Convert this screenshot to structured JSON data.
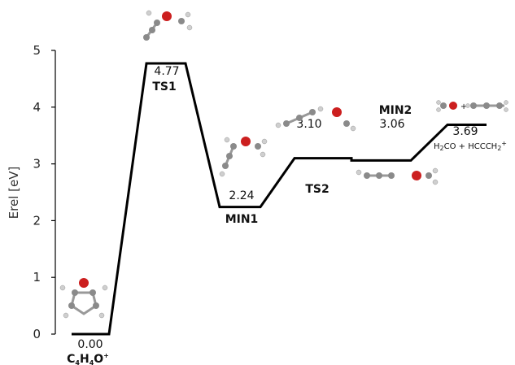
{
  "chart_data": {
    "type": "line",
    "ylabel": "Erel [eV]",
    "ylim": [
      0,
      5
    ],
    "yticks": [
      0,
      1,
      2,
      3,
      4,
      5
    ],
    "grid": false,
    "states": [
      {
        "name": "C4H4O+",
        "value": 0.0,
        "value_label": "0.00"
      },
      {
        "name": "TS1",
        "value": 4.77,
        "value_label": "4.77"
      },
      {
        "name": "MIN1",
        "value": 2.24,
        "value_label": "2.24"
      },
      {
        "name": "TS2",
        "value": 3.1,
        "value_label": "3.10"
      },
      {
        "name": "MIN2",
        "value": 3.06,
        "value_label": "3.06"
      },
      {
        "name": "H2CO + HCCCH2+",
        "value": 3.69,
        "value_label": "3.69"
      }
    ]
  },
  "labels": {
    "reactant_main": "C",
    "reactant_sub1": "4",
    "reactant_mid": "H",
    "reactant_sub2": "4",
    "reactant_end": "O",
    "reactant_sup": "+",
    "product_h": "H",
    "product_sub2a": "2",
    "product_mid": "CO + HCCCH",
    "product_sub2b": "2",
    "product_sup": "+",
    "plus_sign": "+"
  },
  "colors": {
    "line": "#000000",
    "oxygen": "#cc1f1f",
    "carbon": "#8a8a8a",
    "hydrogen": "#d8d8d8"
  }
}
